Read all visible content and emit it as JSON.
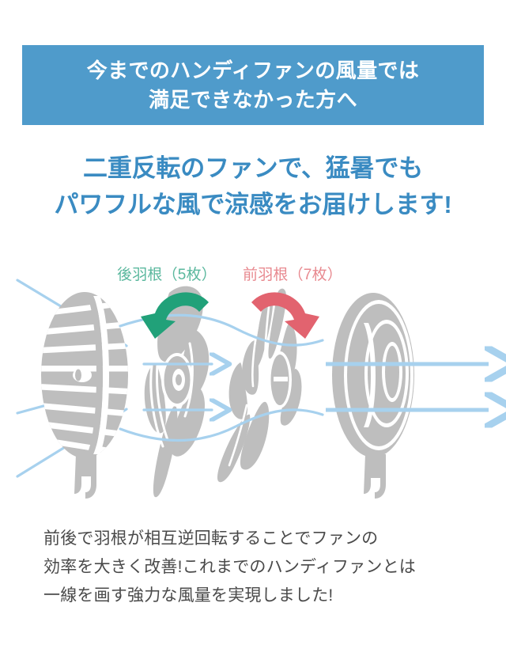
{
  "banner": {
    "background_color": "#4f9bcb",
    "text_color": "#ffffff",
    "lines": [
      "今までのハンディファンの風量では",
      "満足できなかった方へ"
    ]
  },
  "headline": {
    "color": "#3a8bc2",
    "lines": [
      "二重反転のファンで、猛暑でも",
      "パワフルな風で涼感をお届けします!"
    ]
  },
  "diagram": {
    "labels": {
      "rear": {
        "text": "後羽根（5枚）",
        "color": "#5bb89e",
        "blade_count": 5
      },
      "front": {
        "text": "前羽根（7枚）",
        "color": "#e88a90",
        "blade_count": 7
      }
    },
    "arrows": {
      "rear_rotation": {
        "direction": "counter-clockwise",
        "color": "#21a179"
      },
      "front_rotation": {
        "direction": "clockwise",
        "color": "#e2636f"
      }
    },
    "parts": [
      {
        "name": "rear-grille",
        "color": "#bebebe"
      },
      {
        "name": "rear-impeller",
        "color": "#bebebe"
      },
      {
        "name": "front-impeller",
        "color": "#bebebe"
      },
      {
        "name": "front-grille",
        "color": "#bebebe"
      }
    ],
    "airflow": {
      "color": "#a7d1ee"
    }
  },
  "body": {
    "color": "#4a4a4a",
    "lines": [
      "前後で羽根が相互逆回転することでファンの",
      "効率を大きく改善!これまでのハンディファンとは",
      "一線を画す強力な風量を実現しました!"
    ]
  }
}
